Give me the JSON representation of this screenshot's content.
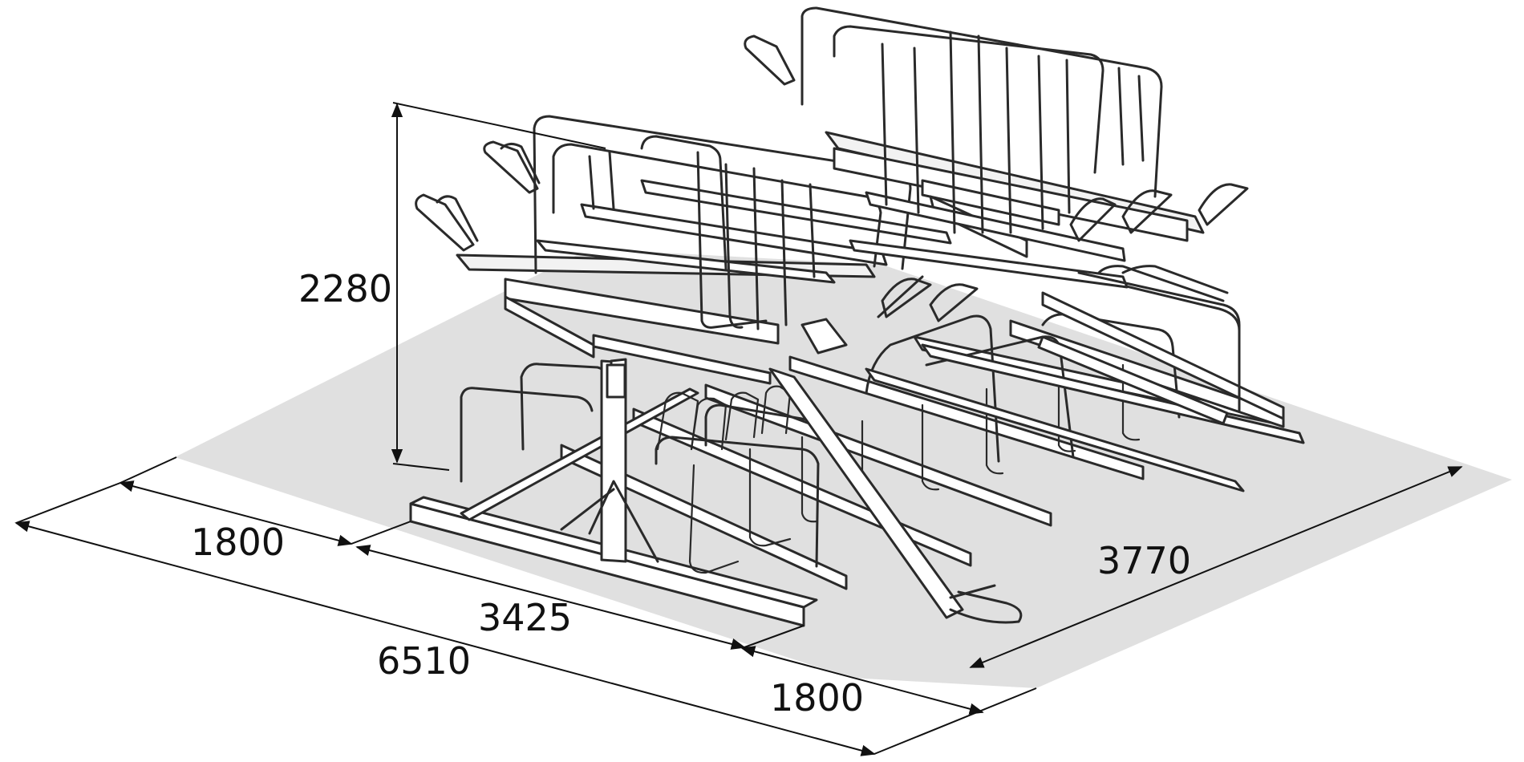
{
  "dimensions": {
    "height": "2280",
    "left_depth": "1800",
    "middle_length": "3425",
    "total_length": "6510",
    "right_depth": "1800",
    "width": "3770"
  },
  "colors": {
    "floor": "#e0e0e0",
    "line": "#2a2a2a",
    "background": "#ffffff"
  }
}
